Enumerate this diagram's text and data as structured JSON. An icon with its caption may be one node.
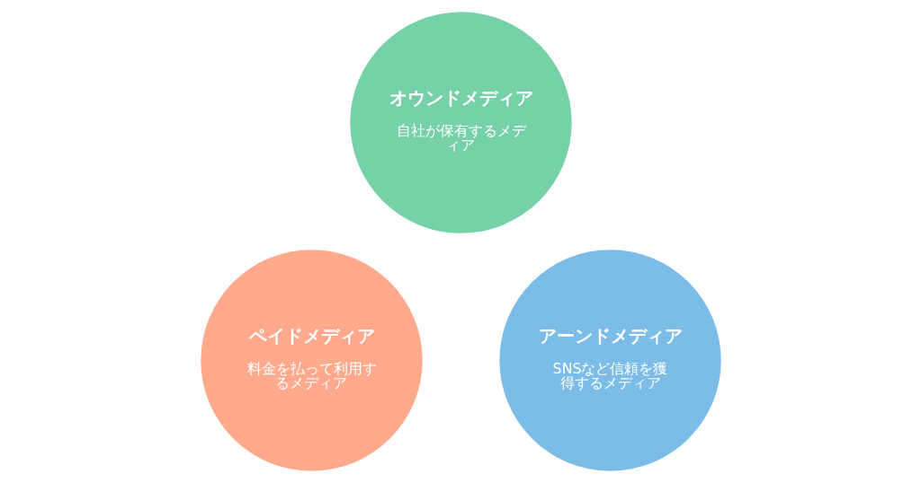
{
  "diagram": {
    "nodes": [
      {
        "text": [
          "オウンドメディア",
          "自社が保有するメディア"
        ]
      },
      {
        "text": [
          "ペイドメディア",
          "料金を払って利用するメディア"
        ]
      },
      {
        "text": [
          "アーンドメディア",
          "SNSなど信頼を獲得するメディア"
        ]
      }
    ]
  }
}
